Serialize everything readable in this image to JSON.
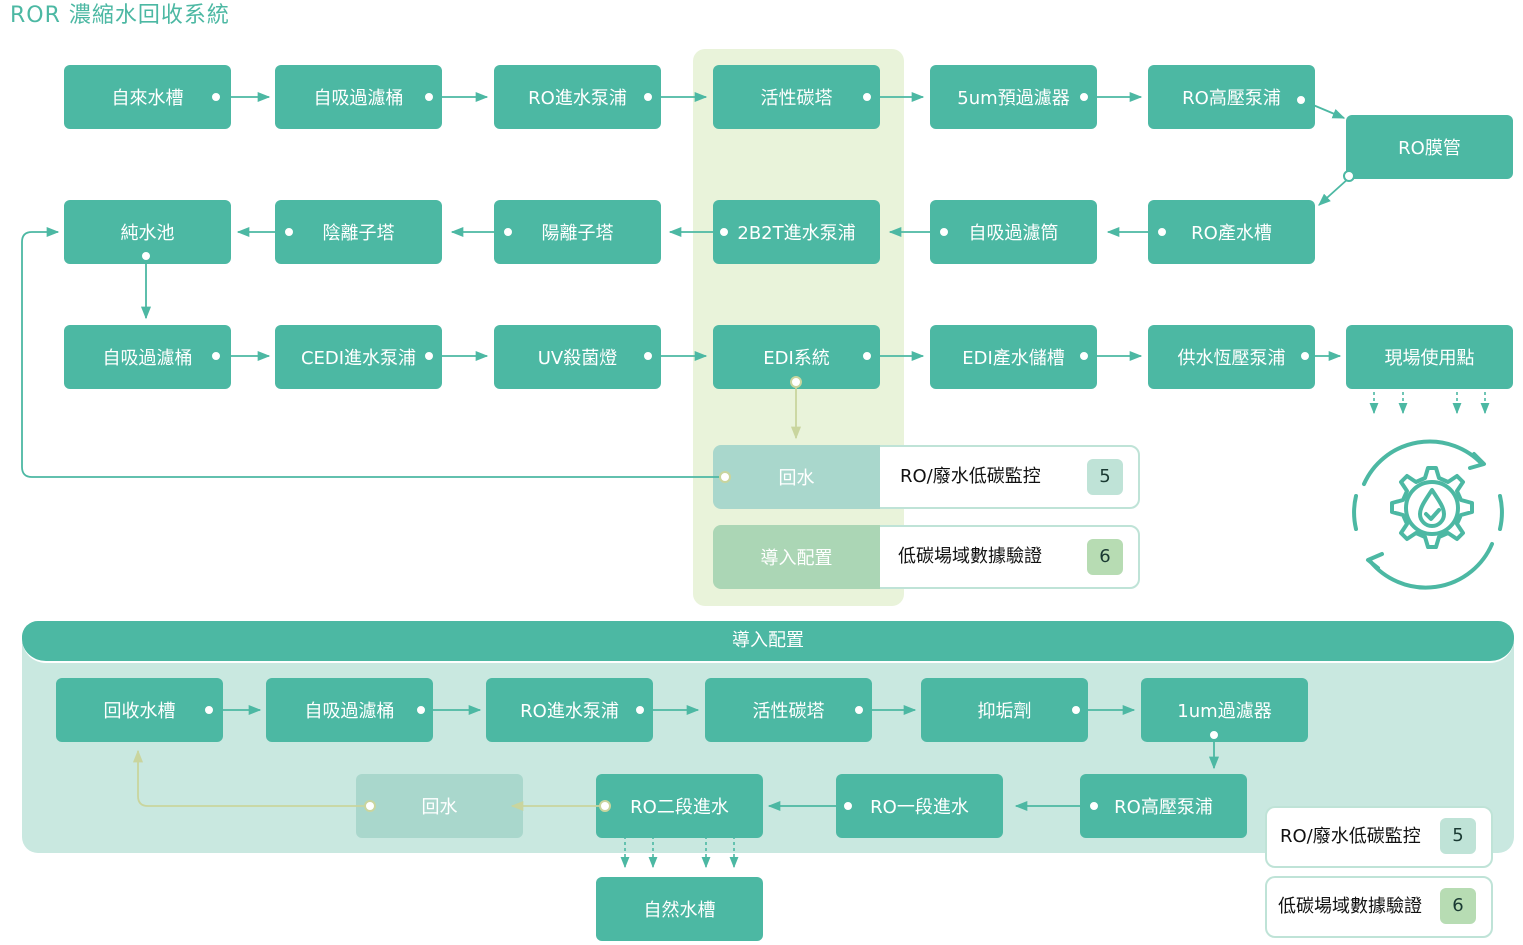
{
  "title": "ROR 濃縮水回收系統",
  "colors": {
    "primary": "#4cb8a3",
    "pale": "#a9d7cc",
    "highlight": "#e9f3da",
    "panel": "#c9e8e0",
    "olive": "#c9d59e"
  },
  "main": {
    "row1": [
      "自來水槽",
      "自吸過濾桶",
      "RO進水泵浦",
      "活性碳塔",
      "5um預過濾器",
      "RO高壓泵浦"
    ],
    "ro_membrane": "RO膜管",
    "row2": [
      "純水池",
      "陰離子塔",
      "陽離子塔",
      "2B2T進水泵浦",
      "自吸過濾筒",
      "RO產水槽"
    ],
    "row3": [
      "自吸過濾桶",
      "CEDI進水泵浦",
      "UV殺菌燈",
      "EDI系統",
      "EDI產水儲槽",
      "供水恆壓泵浦",
      "現場使用點"
    ],
    "return_water": "回水",
    "import_config": "導入配置",
    "cards": [
      {
        "label": "RO/廢水低碳監控",
        "badge": "5"
      },
      {
        "label": "低碳場域數據驗證",
        "badge": "6"
      }
    ]
  },
  "bottom": {
    "header": "導入配置",
    "row1": [
      "回收水槽",
      "自吸過濾桶",
      "RO進水泵浦",
      "活性碳塔",
      "抑垢劑",
      "1um過濾器"
    ],
    "row2": [
      "回水",
      "RO二段進水",
      "RO一段進水",
      "RO高壓泵浦"
    ],
    "natural_tank": "自然水槽",
    "cards": [
      {
        "label": "RO/廢水低碳監控",
        "badge": "5"
      },
      {
        "label": "低碳場域數據驗證",
        "badge": "6"
      }
    ]
  },
  "icon": "water-recycle-gear-icon"
}
